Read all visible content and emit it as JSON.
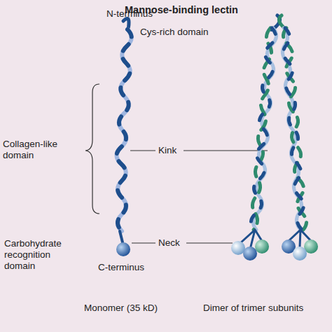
{
  "diagram": {
    "title": "Mannose-binding lectin",
    "labels": [
      "N-terminus",
      "Cys-rich domain",
      "Collagen-like domain",
      "Kink",
      "Neck",
      "Carbohydrate recognition domain",
      "C-terminus",
      "Monomer (35 kD)",
      "Dimer of trimer subunits"
    ]
  }
}
